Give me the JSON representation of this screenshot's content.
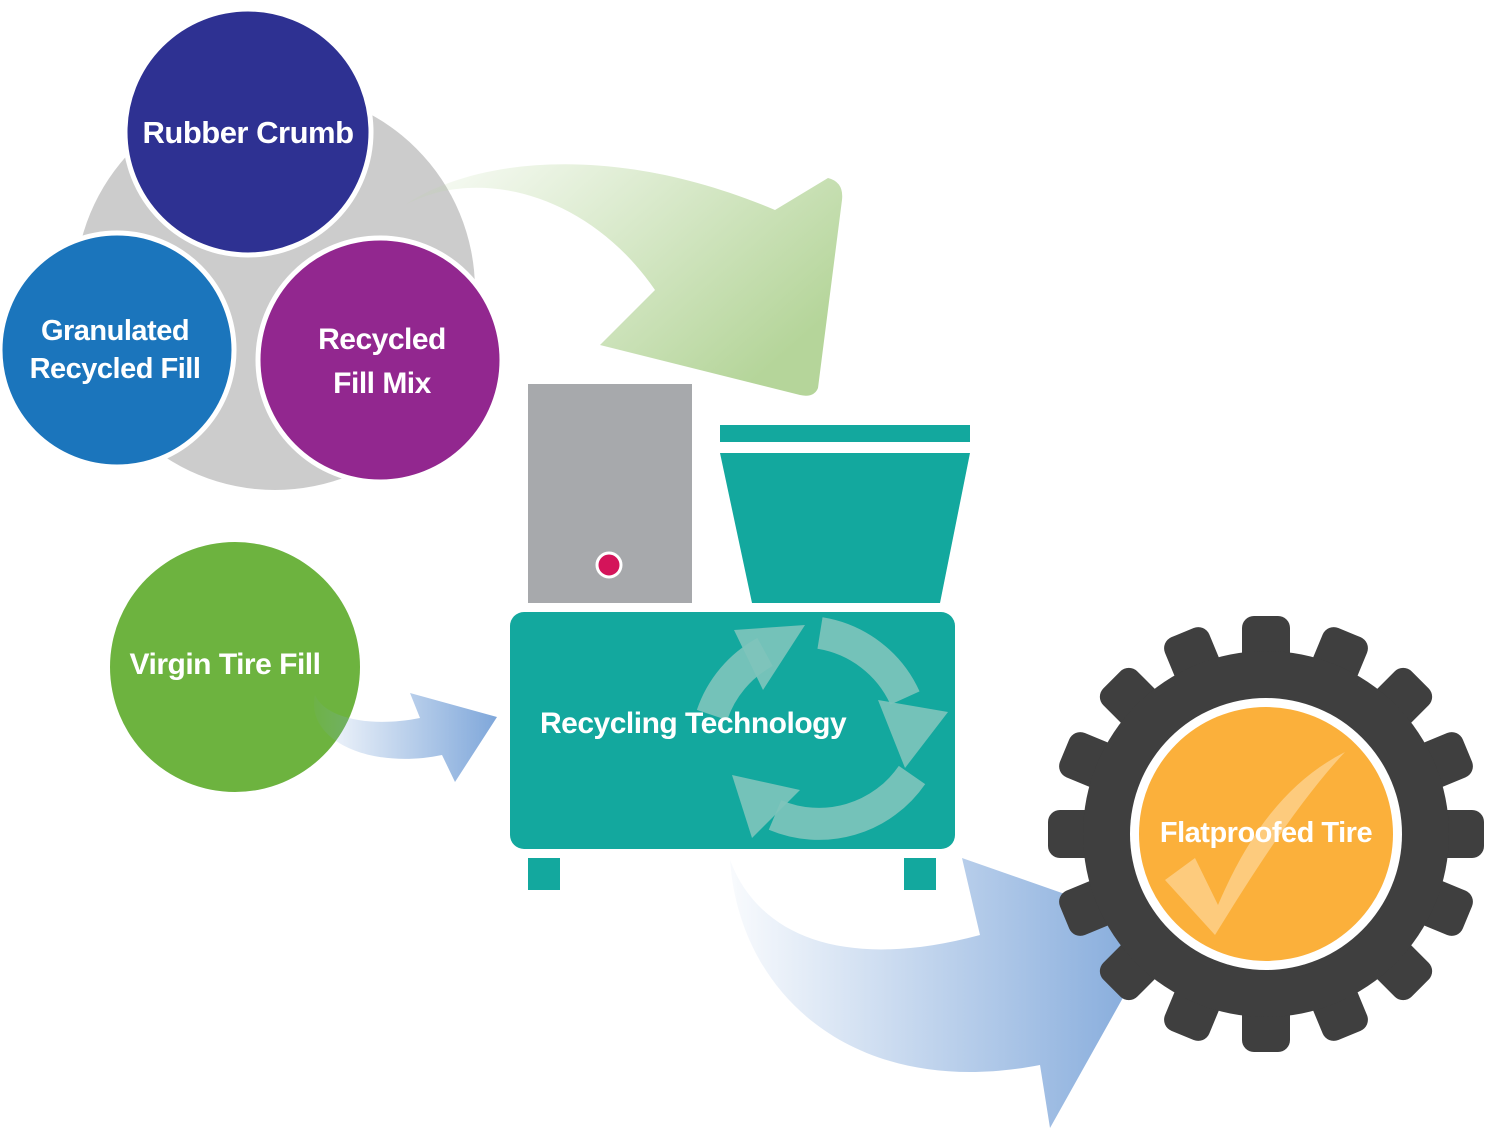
{
  "nodes": {
    "rubber_crumb": "Rubber Crumb",
    "granulated_line1": "Granulated",
    "granulated_line2": "Recycled Fill",
    "recycled_mix_line1": "Recycled",
    "recycled_mix_line2": "Fill Mix",
    "virgin_fill": "Virgin Tire Fill",
    "machine": "Recycling Technology",
    "result": "Flatproofed Tire"
  },
  "colors": {
    "rubber_crumb": "#2e3192",
    "granulated": "#1b75bc",
    "recycled_mix": "#92278f",
    "virgin_fill": "#6db33f",
    "machine_teal": "#13a89e",
    "machine_grey": "#a7a9ac",
    "indicator": "#d4145a",
    "tire": "#3f3f3f",
    "tire_center": "#fbb03b",
    "group_backdrop": "#cccccc",
    "arrow_green": "#b5d59a",
    "arrow_blue": "#7fa7da"
  },
  "icons": {
    "machine_symbol": "recycle-arrows-icon",
    "result_symbol": "checkmark-icon"
  }
}
